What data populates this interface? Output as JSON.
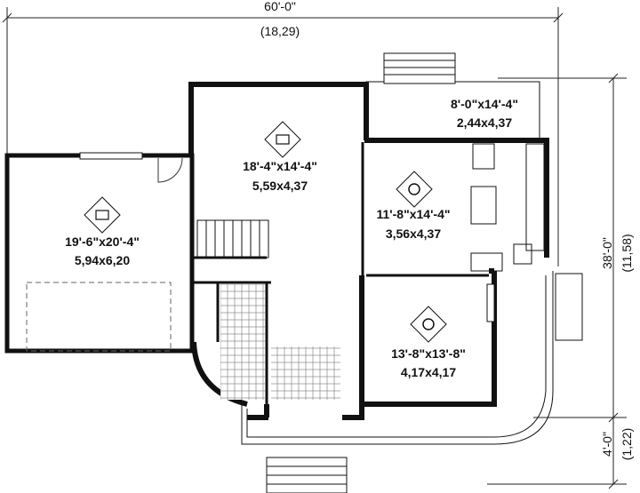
{
  "overall": {
    "width_imperial": "60'-0\"",
    "width_metric": "(18,29)",
    "depth_imperial": "38'-0\"",
    "depth_metric": "(11,58)",
    "porch_imperial": "4'-0\"",
    "porch_metric": "(1,22)"
  },
  "rooms": [
    {
      "id": "garage",
      "icon": "car-icon",
      "size_imperial": "19'-6\"x20'-4\"",
      "size_metric": "5,94x6,20"
    },
    {
      "id": "living-room",
      "icon": "sofa-icon",
      "size_imperial": "18'-4\"x14'-4\"",
      "size_metric": "5,59x4,37"
    },
    {
      "id": "kitchen",
      "icon": "coffee-cup-icon",
      "size_imperial": "11'-8\"x14'-4\"",
      "size_metric": "3,56x4,37"
    },
    {
      "id": "dining-room",
      "icon": "plate-icon",
      "size_imperial": "13'-8\"x13'-8\"",
      "size_metric": "4,17x4,17"
    },
    {
      "id": "rear-porch",
      "size_imperial": "8'-0\"x14'-4\"",
      "size_metric": "2,44x4,37"
    }
  ]
}
